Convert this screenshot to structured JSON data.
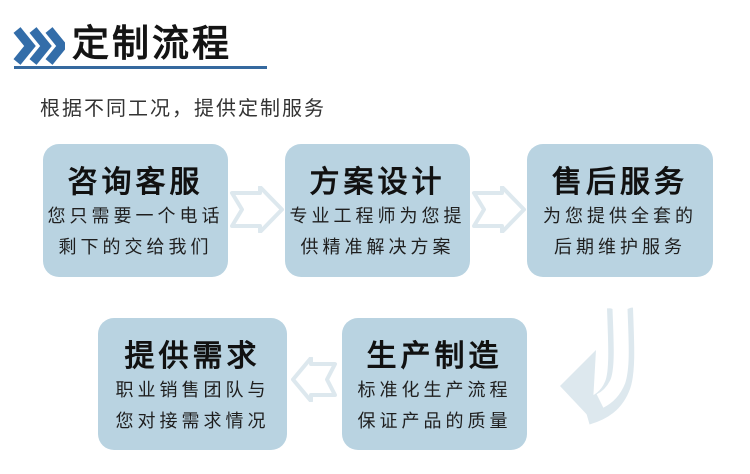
{
  "header": {
    "title": "定制流程",
    "subtitle": "根据不同工况，提供定制服务",
    "accent_color": "#336da9",
    "underline_color": "#35699f",
    "chevron_icon": "triple-chevron-right-icon"
  },
  "flow": {
    "box_color": "#b9d3e1",
    "arrow_color": "#dde8ee",
    "steps": [
      {
        "title": "咨询客服",
        "lines": [
          "您只需要一个电话",
          "剩下的交给我们"
        ]
      },
      {
        "title": "方案设计",
        "lines": [
          "专业工程师为您提",
          "供精准解决方案"
        ]
      },
      {
        "title": "售后服务",
        "lines": [
          "为您提供全套的",
          "后期维护服务"
        ]
      },
      {
        "title": "提供需求",
        "lines": [
          "职业销售团队与",
          "您对接需求情况"
        ]
      },
      {
        "title": "生产制造",
        "lines": [
          "标准化生产流程",
          "保证产品的质量"
        ]
      }
    ],
    "connectors": [
      {
        "icon": "arrow-right-icon",
        "from": "咨询客服",
        "to": "方案设计"
      },
      {
        "icon": "arrow-right-icon",
        "from": "方案设计",
        "to": "售后服务"
      },
      {
        "icon": "curved-down-left-arrow-icon",
        "from": "售后服务",
        "to": "生产制造"
      },
      {
        "icon": "arrow-left-icon",
        "from": "生产制造",
        "to": "提供需求"
      }
    ]
  }
}
